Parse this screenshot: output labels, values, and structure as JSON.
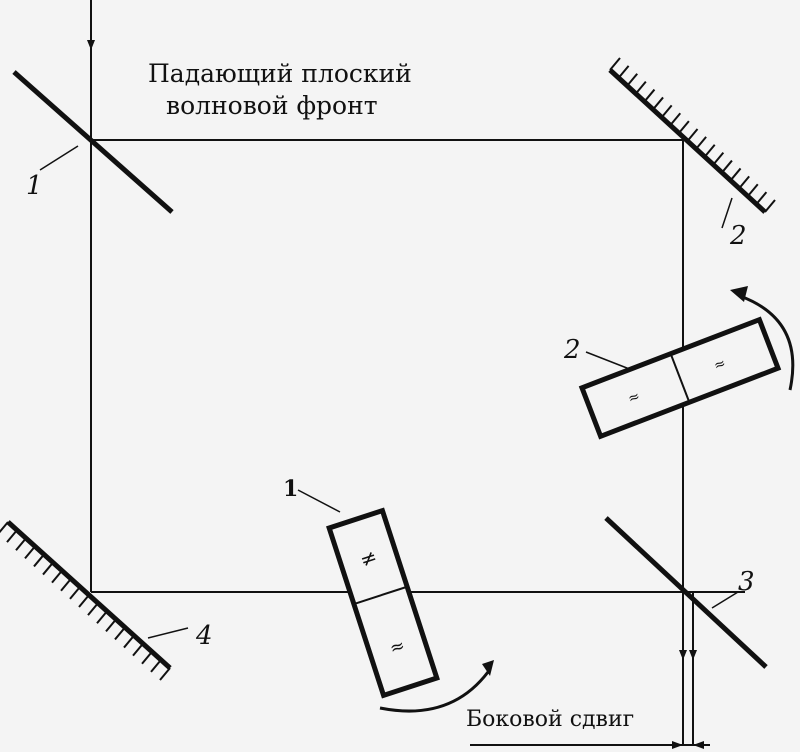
{
  "caption": {
    "line1": "Падающий плоский",
    "line2": "волновой фронт"
  },
  "shear_label": "Боковой сдвиг",
  "element_labels": {
    "splitter_in": "1",
    "mirror_2": "2",
    "splitter_out": "3",
    "mirror_4": "4",
    "plate_1": "1",
    "plate_2": "2"
  },
  "colors": {
    "ink": "#111111",
    "background": "#f4f4f4"
  }
}
